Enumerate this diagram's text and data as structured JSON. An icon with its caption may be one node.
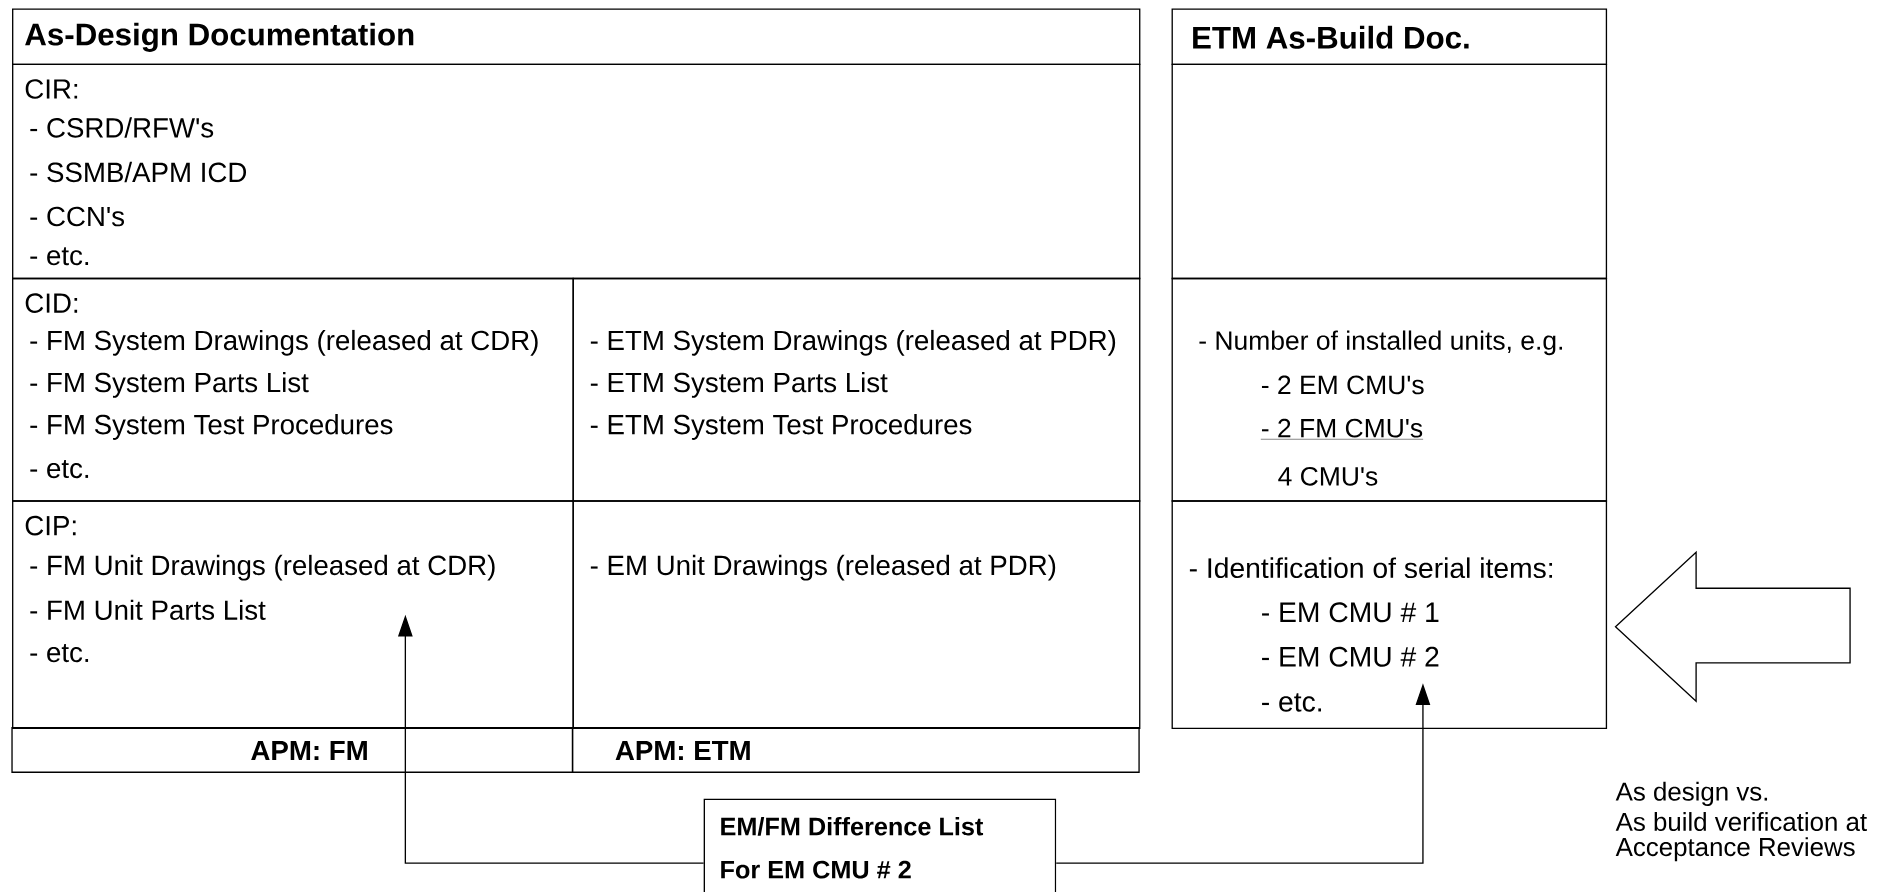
{
  "diagram": {
    "nodes": [
      {
        "text": [
          "As-Design Documentation"
        ]
      },
      {
        "text": [
          "CIR:",
          "- CSRD/RFW's",
          "- SSMB/APM ICD",
          "- CCN's",
          "- etc."
        ]
      },
      {
        "text": [
          "CID:",
          "- FM System Drawings (released at CDR)",
          "- FM System Parts List",
          "- FM System Test Procedures",
          "- etc."
        ]
      },
      {
        "text": [
          "- ETM System Drawings (released at PDR)",
          "- ETM System Parts List",
          "- ETM System Test Procedures"
        ]
      },
      {
        "text": [
          "CIP:",
          "- FM Unit Drawings (released at CDR)",
          "- FM Unit Parts List",
          "- etc."
        ]
      },
      {
        "text": [
          "- EM Unit Drawings (released at PDR)"
        ]
      },
      {
        "text": [
          "ETM As-Build Doc."
        ]
      },
      {
        "text": [],
        "shape": "box"
      },
      {
        "text": [
          "- Number of installed units, e.g.",
          "- 2 EM CMU's",
          "- 2 FM CMU's",
          "4 CMU's"
        ]
      },
      {
        "text": [
          "- Identification of serial items:",
          "- EM CMU # 1",
          "- EM CMU # 2",
          "- etc."
        ]
      },
      {
        "text": [
          "EM/FM Difference List",
          "For EM CMU # 2"
        ]
      }
    ],
    "edges": [
      {
        "from": 10,
        "to": 4,
        "arrow": "to"
      },
      {
        "from": 10,
        "to": 9,
        "arrow": "to"
      },
      {
        "from": null,
        "to": 9,
        "arrow": "to"
      }
    ],
    "labels": [
      "APM: FM",
      "APM: ETM",
      "As design vs.",
      "As build verification at",
      "Acceptance Reviews"
    ]
  }
}
